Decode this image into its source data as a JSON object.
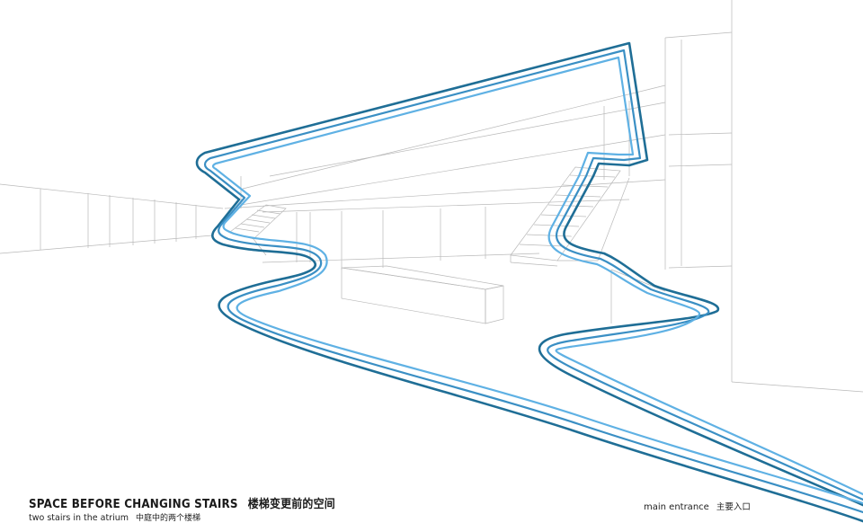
{
  "caption": {
    "title_en": "SPACE BEFORE CHANGING STAIRS",
    "title_cn": "楼梯变更前的空间",
    "subtitle_en": "two stairs in the atrium",
    "subtitle_cn": "中庭中的两个楼梯"
  },
  "label": {
    "entrance_en": "main entrance",
    "entrance_cn": "主要入口"
  },
  "colors": {
    "line_dark": "#1f6e96",
    "line_mid": "#3a8fc4",
    "line_light": "#5fb1e4",
    "wireframe": "#b9b9b9",
    "text": "#1a1a1a"
  }
}
